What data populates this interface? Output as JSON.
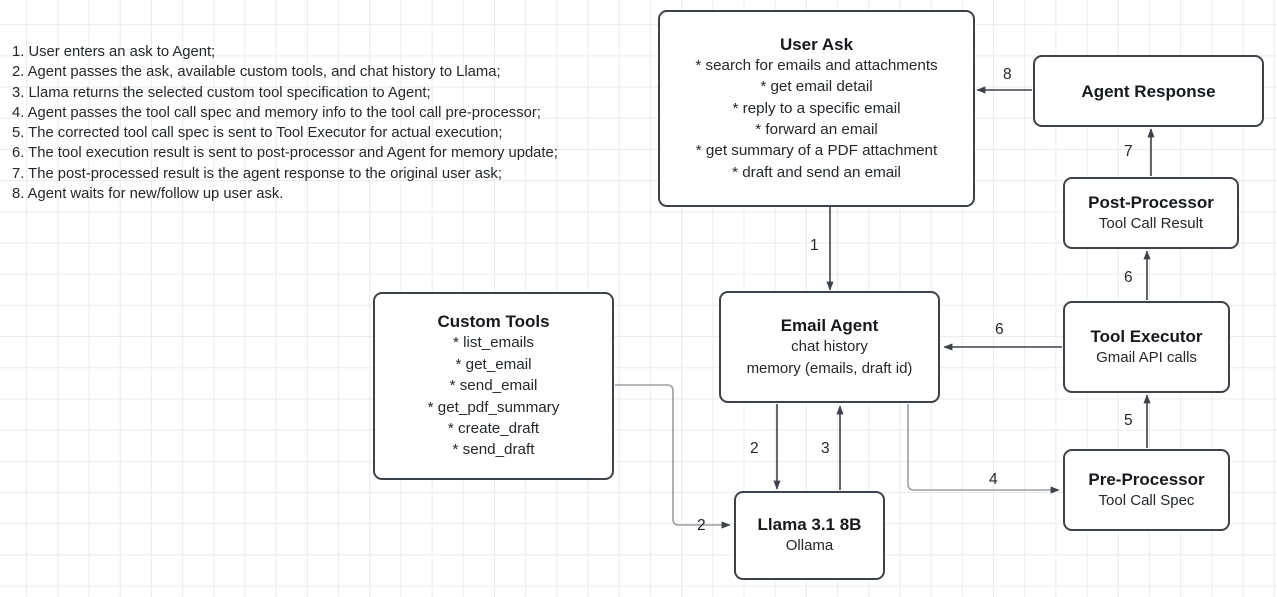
{
  "notes": {
    "name": "process-steps",
    "lines": [
      "1. User enters an ask to Agent;",
      "2. Agent passes the ask, available custom tools, and chat history to Llama;",
      "3. Llama returns the selected custom tool specification to Agent;",
      "4. Agent passes the tool call spec and memory info to the tool call pre-processor;",
      "5. The corrected tool call spec is sent to Tool Executor for actual execution;",
      "6. The tool execution result is sent to post-processor and Agent for memory update;",
      "7. The post-processed result is the agent response to the original user ask;",
      "8. Agent waits for new/follow up user ask."
    ]
  },
  "nodes": {
    "user_ask": {
      "title": "User Ask",
      "bullets": [
        "* search for emails and attachments",
        "* get email detail",
        "* reply to a specific email",
        "* forward an email",
        "* get summary of a PDF attachment",
        "* draft and send an email"
      ]
    },
    "agent_response": {
      "title": "Agent Response",
      "sub": ""
    },
    "post_processor": {
      "title": "Post-Processor",
      "sub": "Tool Call Result"
    },
    "custom_tools": {
      "title": "Custom Tools",
      "bullets": [
        "* list_emails",
        "* get_email",
        "* send_email",
        "* get_pdf_summary",
        "* create_draft",
        "* send_draft"
      ]
    },
    "email_agent": {
      "title": "Email Agent",
      "sub1": "chat history",
      "sub2": "memory (emails, draft id)"
    },
    "tool_executor": {
      "title": "Tool Executor",
      "sub": "Gmail API calls"
    },
    "pre_processor": {
      "title": "Pre-Processor",
      "sub": "Tool Call Spec"
    },
    "llama": {
      "title": "Llama 3.1 8B",
      "sub": "Ollama"
    }
  },
  "edges": [
    {
      "id": "user-ask-to-email-agent",
      "label": "1"
    },
    {
      "id": "email-agent-to-llama",
      "label": "2"
    },
    {
      "id": "custom-tools-to-llama",
      "label": "2"
    },
    {
      "id": "llama-to-email-agent",
      "label": "3"
    },
    {
      "id": "email-agent-to-pre-processor",
      "label": "4"
    },
    {
      "id": "pre-processor-to-tool-executor",
      "label": "5"
    },
    {
      "id": "tool-executor-to-post-processor",
      "label": "6"
    },
    {
      "id": "tool-executor-to-email-agent",
      "label": "6"
    },
    {
      "id": "post-processor-to-agent-response",
      "label": "7"
    },
    {
      "id": "agent-response-to-user-ask",
      "label": "8"
    }
  ],
  "colors": {
    "box_border": "#3c424b",
    "wire_dark": "#3c424b",
    "wire_grey": "#9aa0a6",
    "grid": "#ebebeb",
    "text": "#23282d",
    "background": "#ffffff"
  }
}
